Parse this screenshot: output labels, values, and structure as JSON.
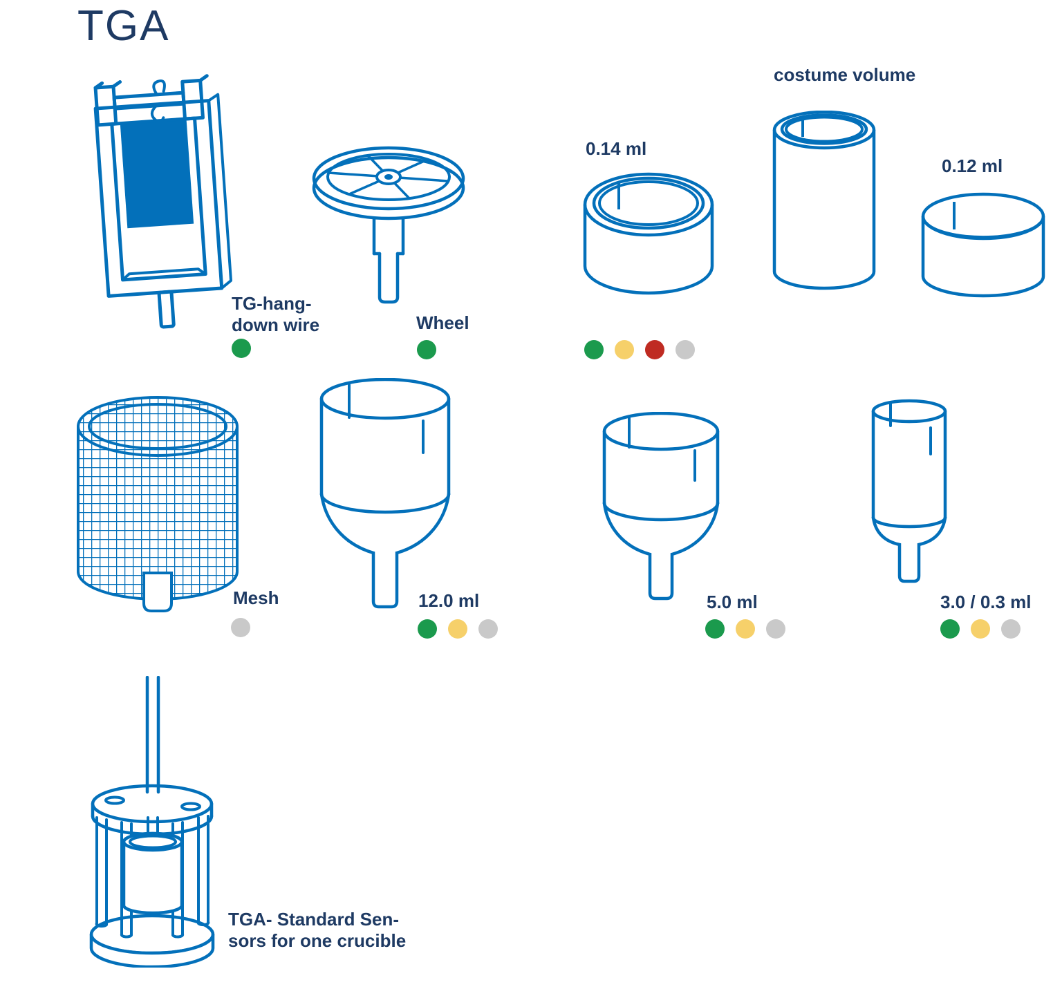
{
  "title": "TGA",
  "colors": {
    "line": "#0370ba",
    "text": "#1e3a63",
    "green": "#1b9a4d",
    "yellow": "#f6d06a",
    "red": "#bf2b22",
    "gray": "#c9c9c9"
  },
  "items": {
    "hang_down_wire": {
      "label": "TG-hang-\ndown wire",
      "dots": [
        "green"
      ]
    },
    "wheel": {
      "label": "Wheel",
      "dots": [
        "green"
      ]
    },
    "crucible_014": {
      "label": "0.14 ml",
      "dots": [
        "green",
        "yellow",
        "red",
        "gray"
      ]
    },
    "costume_volume": {
      "label": "costume volume"
    },
    "crucible_012": {
      "label": "0.12 ml"
    },
    "mesh": {
      "label": "Mesh",
      "dots": [
        "gray"
      ]
    },
    "crucible_12": {
      "label": "12.0 ml",
      "dots": [
        "green",
        "yellow",
        "gray"
      ]
    },
    "crucible_5": {
      "label": "5.0 ml",
      "dots": [
        "green",
        "yellow",
        "gray"
      ]
    },
    "crucible_3": {
      "label": "3.0 / 0.3 ml",
      "dots": [
        "green",
        "yellow",
        "gray"
      ]
    },
    "standard_sensor": {
      "label": "TGA- Standard Sen-\nsors for one crucible"
    }
  }
}
